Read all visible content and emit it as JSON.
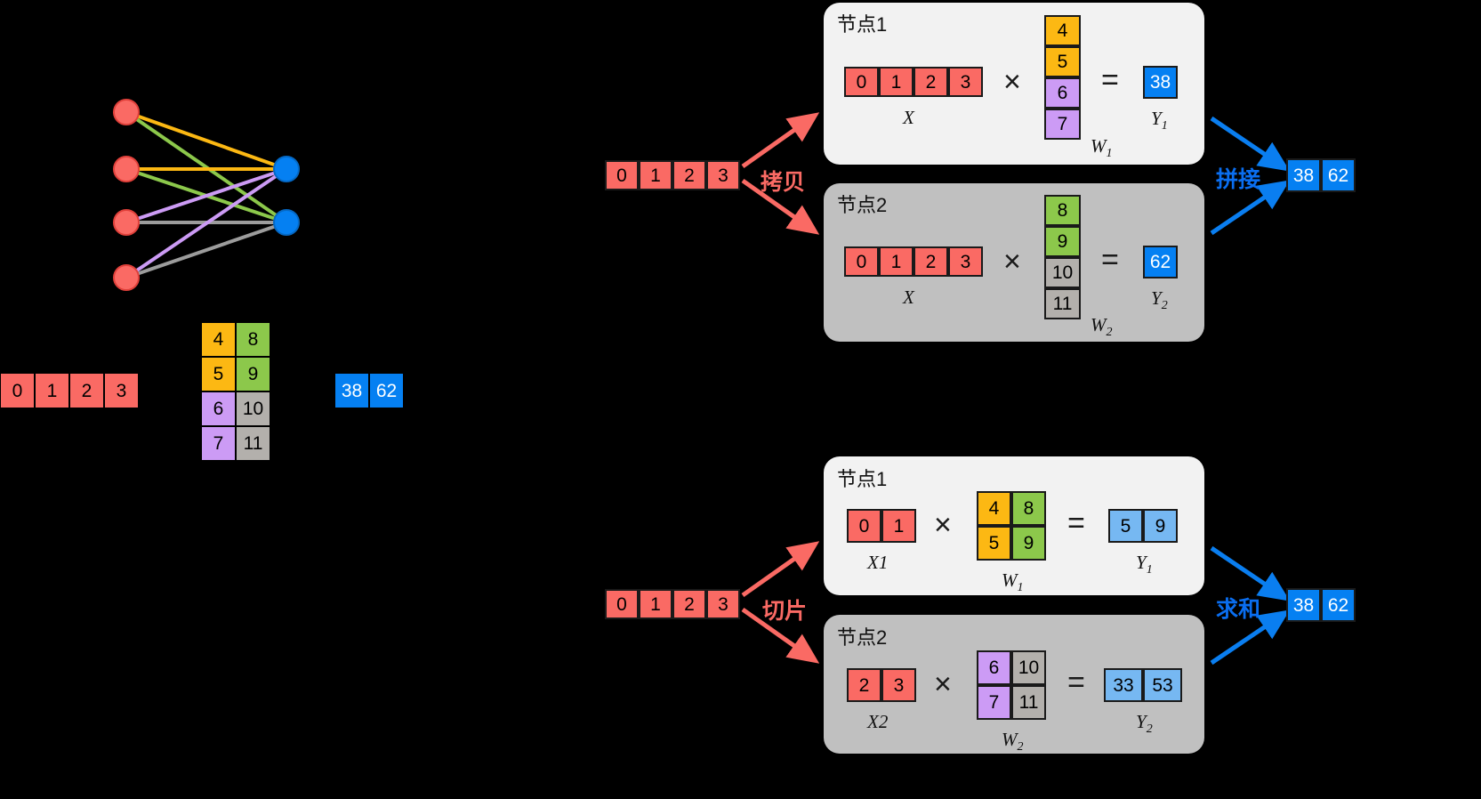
{
  "diagram": {
    "title": "Tensor parallel / row-column split illustration",
    "network": {
      "input_nodes": 4,
      "output_nodes": 2,
      "edge_colors": [
        "#fcb813",
        "#8cc84b",
        "#cc9bf5",
        "#9c9c9c"
      ]
    },
    "legend": {
      "x_vector": [
        "0",
        "1",
        "2",
        "3"
      ],
      "w_matrix": [
        [
          "4",
          "8"
        ],
        [
          "5",
          "9"
        ],
        [
          "6",
          "10"
        ],
        [
          "7",
          "11"
        ]
      ],
      "y_vector": [
        "38",
        "62"
      ]
    },
    "top": {
      "input_vector": [
        "0",
        "1",
        "2",
        "3"
      ],
      "op_label": "拷贝",
      "merge_label": "拼接",
      "result": [
        "38",
        "62"
      ],
      "nodes": [
        {
          "title": "节点1",
          "x_label": "X",
          "x_cells": [
            "0",
            "1",
            "2",
            "3"
          ],
          "mul": "×",
          "w_label": "W",
          "w_sub": "1",
          "w_cells": [
            "4",
            "5",
            "6",
            "7"
          ],
          "eq": "=",
          "y_label": "Y",
          "y_sub": "1",
          "y_cells": [
            "38"
          ]
        },
        {
          "title": "节点2",
          "x_label": "X",
          "x_cells": [
            "0",
            "1",
            "2",
            "3"
          ],
          "mul": "×",
          "w_label": "W",
          "w_sub": "2",
          "w_cells": [
            "8",
            "9",
            "10",
            "11"
          ],
          "eq": "=",
          "y_label": "Y",
          "y_sub": "2",
          "y_cells": [
            "62"
          ]
        }
      ]
    },
    "bottom": {
      "input_vector": [
        "0",
        "1",
        "2",
        "3"
      ],
      "op_label": "切片",
      "merge_label": "求和",
      "result": [
        "38",
        "62"
      ],
      "nodes": [
        {
          "title": "节点1",
          "x_label": "X1",
          "x_cells": [
            "0",
            "1"
          ],
          "mul": "×",
          "w_label": "W",
          "w_sub": "1",
          "w_rows": [
            [
              "4",
              "8"
            ],
            [
              "5",
              "9"
            ]
          ],
          "eq": "=",
          "y_label": "Y",
          "y_sub": "1",
          "y_cells": [
            "5",
            "9"
          ]
        },
        {
          "title": "节点2",
          "x_label": "X2",
          "x_cells": [
            "2",
            "3"
          ],
          "mul": "×",
          "w_label": "W",
          "w_sub": "2",
          "w_rows": [
            [
              "6",
              "10"
            ],
            [
              "7",
              "11"
            ]
          ],
          "eq": "=",
          "y_label": "Y",
          "y_sub": "2",
          "y_cells": [
            "33",
            "53"
          ]
        }
      ]
    },
    "colors": {
      "red": "#fa6a64",
      "orange": "#fcb813",
      "green": "#8cc84b",
      "purple": "#cc9bf5",
      "grey": "#b3b0ac",
      "blue": "#0580f2",
      "light_blue": "#76b8f2",
      "panel_light": "#f2f2f2",
      "panel_grey": "#c0c0c0",
      "background": "#000000"
    }
  }
}
